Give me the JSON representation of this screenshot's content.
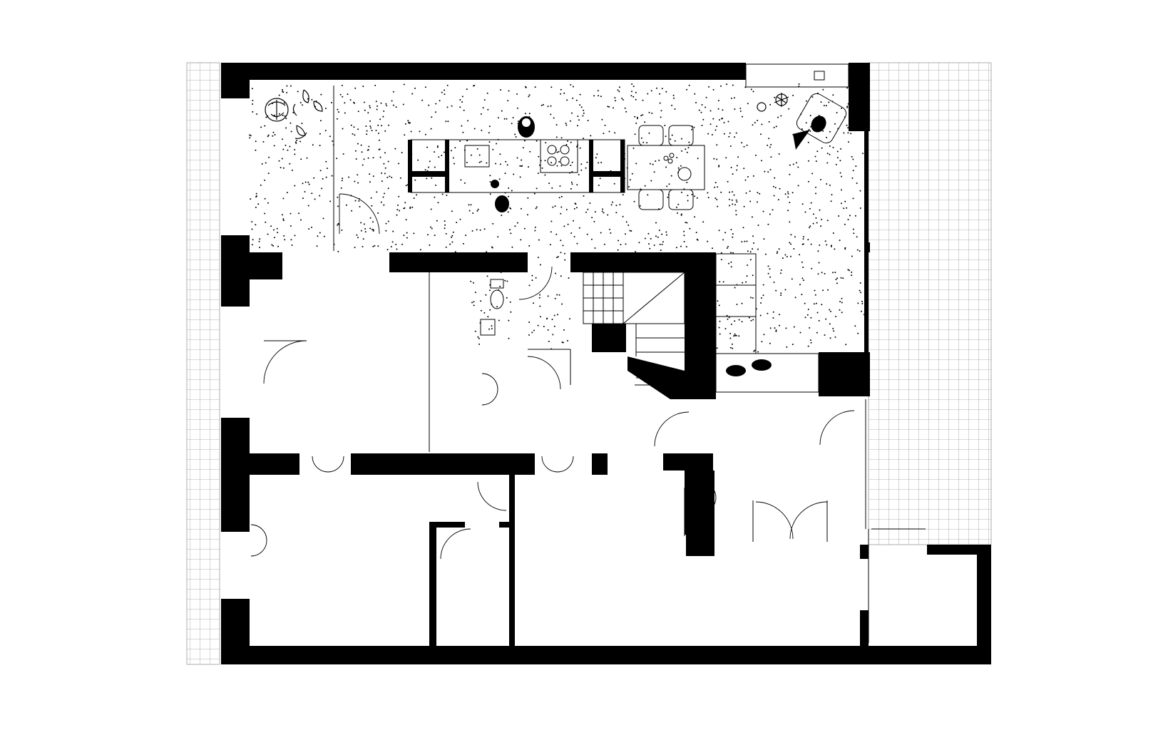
{
  "diagram": {
    "kind": "architectural-floor-plan",
    "colors": {
      "wall": "#000000",
      "background": "#ffffff",
      "grid_line": "#9a9a9a",
      "thin_line": "#000000",
      "stipple": "#000000"
    },
    "elements": [
      "left-paving-grid",
      "right-paving-grid",
      "stippled-living-floor",
      "kitchen-island",
      "dining-table",
      "staircase",
      "wc",
      "bedrooms",
      "lounge-chair",
      "bench-sofa",
      "potted-plants",
      "people-figures"
    ]
  }
}
